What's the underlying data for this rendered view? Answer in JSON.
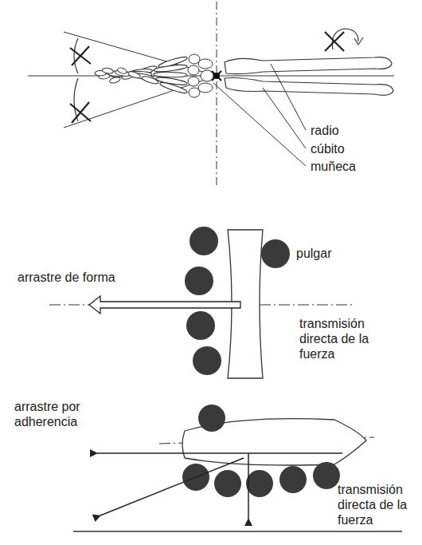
{
  "diagram": {
    "labels": [
      "radio",
      "cúbito",
      "muñeca",
      "pulgar",
      "arrastre de forma",
      "transmisión directa de la fuerza",
      "arrastre por adherencia",
      "transmisión directa de la fuerza"
    ]
  }
}
